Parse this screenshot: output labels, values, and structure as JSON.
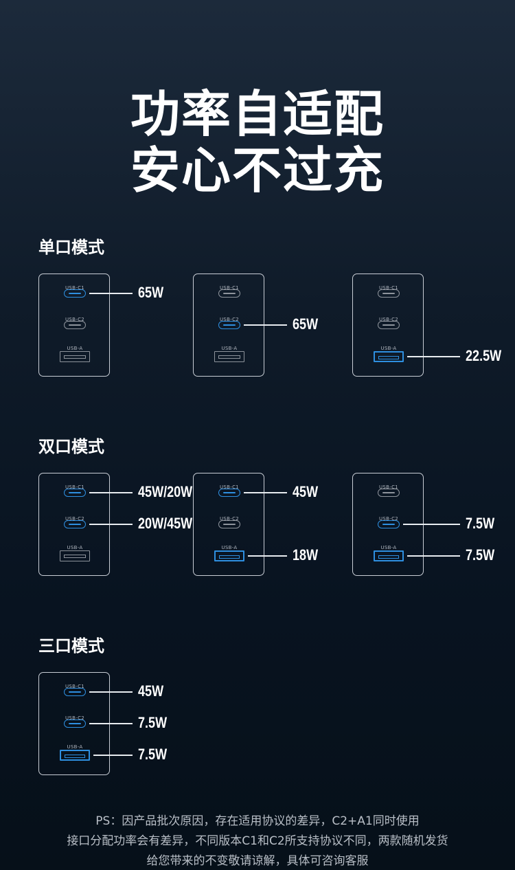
{
  "headline": [
    "功率自适配",
    "安心不过充"
  ],
  "port_labels": {
    "c1": "USB-C1",
    "c2": "USB-C2",
    "a": "USB-A"
  },
  "sections": [
    {
      "title": "单口模式",
      "cards": [
        {
          "active": [
            "c1"
          ],
          "outputs": [
            {
              "port": "c1",
              "label": "65W"
            }
          ]
        },
        {
          "active": [
            "c2"
          ],
          "outputs": [
            {
              "port": "c2",
              "label": "65W"
            }
          ]
        },
        {
          "active": [
            "a"
          ],
          "outputs": [
            {
              "port": "a",
              "label": "22.5W"
            }
          ]
        }
      ]
    },
    {
      "title": "双口模式",
      "cards": [
        {
          "active": [
            "c1",
            "c2"
          ],
          "outputs": [
            {
              "port": "c1",
              "label": "45W/20W"
            },
            {
              "port": "c2",
              "label": "20W/45W"
            }
          ]
        },
        {
          "active": [
            "c1",
            "a"
          ],
          "outputs": [
            {
              "port": "c1",
              "label": "45W"
            },
            {
              "port": "a",
              "label": "18W"
            }
          ]
        },
        {
          "active": [
            "c2",
            "a"
          ],
          "outputs": [
            {
              "port": "c2",
              "label": "7.5W"
            },
            {
              "port": "a",
              "label": "7.5W"
            }
          ]
        }
      ]
    },
    {
      "title": "三口模式",
      "cards": [
        {
          "active": [
            "c1",
            "c2",
            "a"
          ],
          "outputs": [
            {
              "port": "c1",
              "label": "45W"
            },
            {
              "port": "c2",
              "label": "7.5W"
            },
            {
              "port": "a",
              "label": "7.5W"
            }
          ]
        }
      ]
    }
  ],
  "note": [
    "PS：因产品批次原因，存在适用协议的差异，C2+A1同时使用",
    "接口分配功率会有差异，不同版本C1和C2所支持协议不同，两款随机发货",
    "给您带来的不变敬请谅解，具体可咨询客服"
  ],
  "colors": {
    "active_port": "#2e8fe0",
    "inactive_port": "#8e949c",
    "text": "#ffffff"
  }
}
